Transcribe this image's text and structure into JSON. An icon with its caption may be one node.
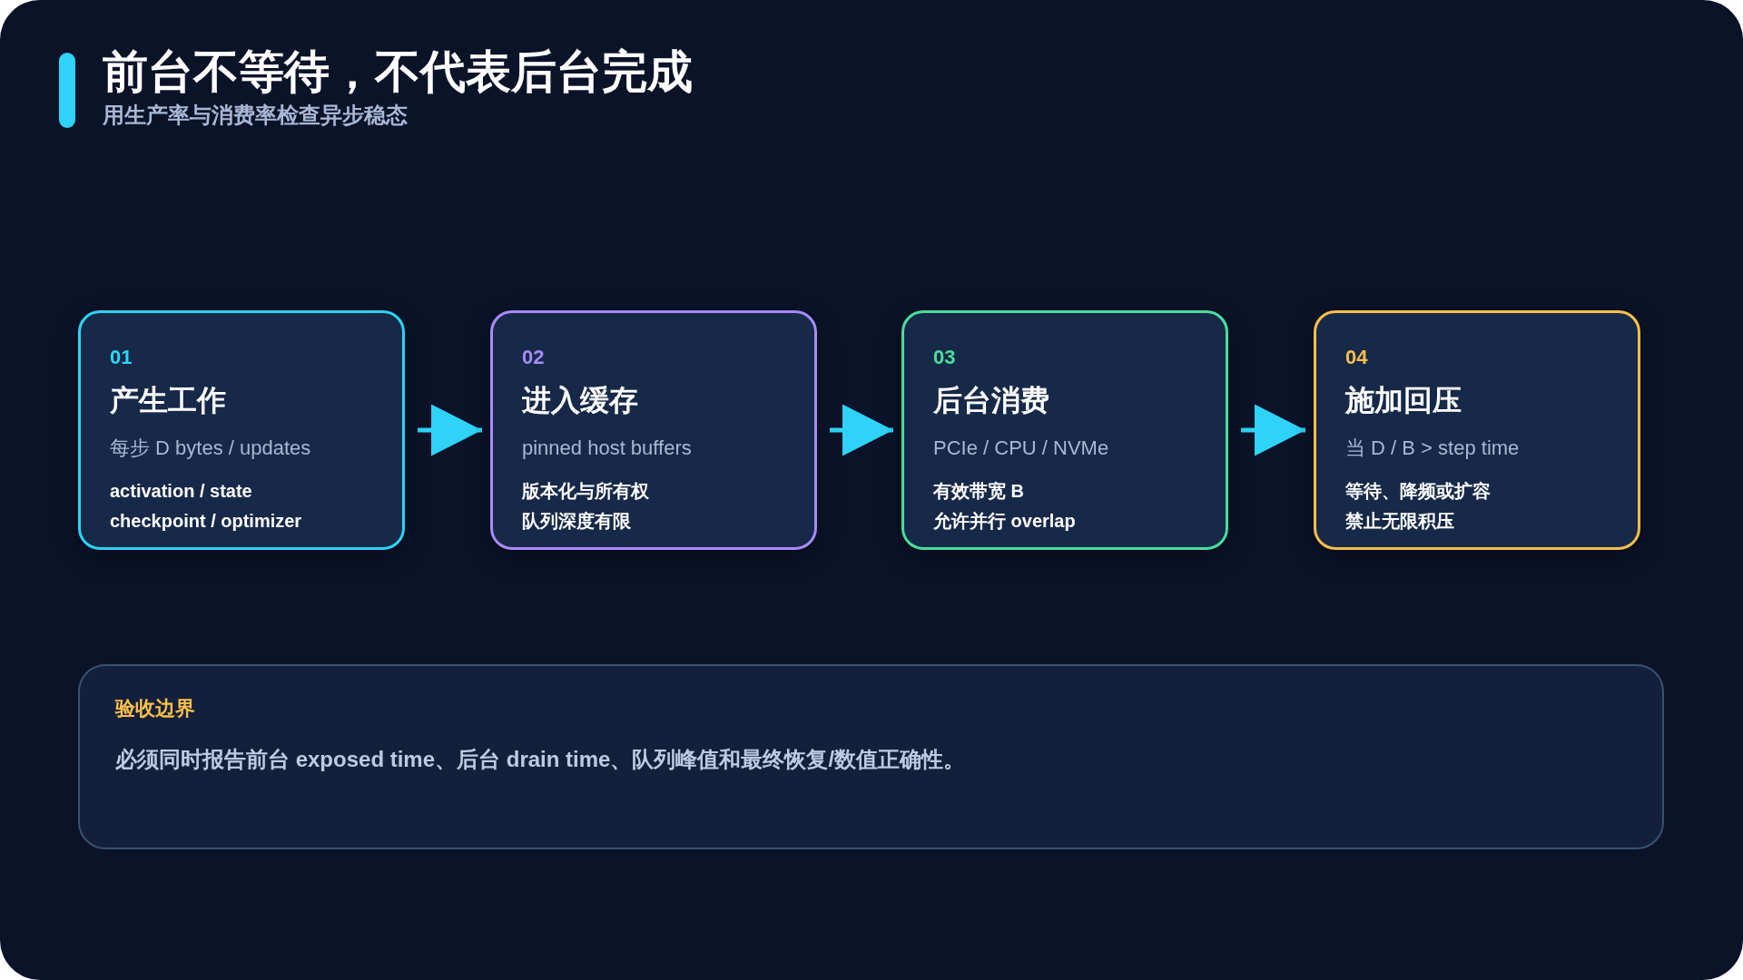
{
  "diagram": {
    "title": "前台不等待，不代表后台完成",
    "nodes": [
      {
        "text": [
          "01",
          "产生工作",
          "每步 D bytes / updates",
          "activation / state",
          "checkpoint / optimizer"
        ]
      },
      {
        "text": [
          "02",
          "进入缓存",
          "pinned host buffers",
          "版本化与所有权",
          "队列深度有限"
        ]
      },
      {
        "text": [
          "03",
          "后台消费",
          "PCIe / CPU / NVMe",
          "有效带宽 B",
          "允许并行 overlap"
        ]
      },
      {
        "text": [
          "04",
          "施加回压",
          "当 D / B > step time",
          "等待、降频或扩容",
          "禁止无限积压"
        ]
      },
      {
        "text": [
          "验收边界",
          "必须同时报告前台 exposed time、后台 drain time、队列峰值和最终恢复/数值正确性。"
        ]
      }
    ],
    "edges": [
      {
        "from": 0,
        "to": 1,
        "arrow": "to"
      },
      {
        "from": 1,
        "to": 2,
        "arrow": "to"
      },
      {
        "from": 2,
        "to": 3,
        "arrow": "to"
      }
    ],
    "labels": [
      "用生产率与消费率检查异步稳态"
    ]
  }
}
